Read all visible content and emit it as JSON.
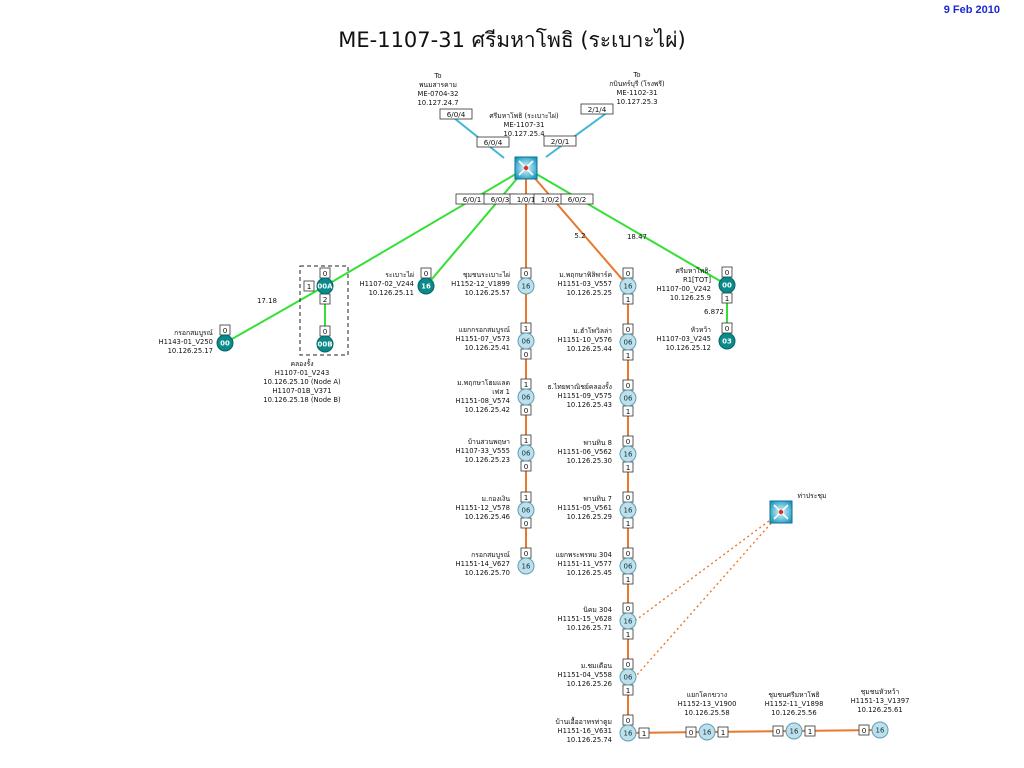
{
  "date": "9 Feb 2010",
  "title": "ME-1107-31 ศรีมหาโพธิ (ระเบาะไผ่)",
  "colors": {
    "green": "#33e033",
    "orange": "#e8792c",
    "cyan": "#40b8d8",
    "node_dark": "#0a8a8a",
    "node_light": "#bfe0ea"
  },
  "upstream": [
    {
      "lines": [
        "To",
        "พนมสารคาม",
        "ME-0704-32",
        "10.127.24.7"
      ],
      "port": "6/0/4"
    },
    {
      "lines": [
        "To",
        "กบินทร์บุรี (โรงพรี)",
        "ME-1102-31",
        "10.127.25.3"
      ],
      "port": "2/1/4"
    }
  ],
  "hub": {
    "lines": [
      "ศรีมหาโพธิ (ระเบาะไผ่)",
      "ME-1107-31",
      "10.127.25.4"
    ],
    "left_port": "6/0/4",
    "right_port": "2/0/1"
  },
  "hub_ports": [
    "6/0/1",
    "6/0/3",
    "1/0/1",
    "1/0/2",
    "6/0/2"
  ],
  "link_labels": [
    "5.2",
    "18.47",
    "17.18",
    "6.872"
  ],
  "nodes": [
    {
      "id": "n_00A",
      "label": "00A",
      "type": "dark",
      "top": "0",
      "left": "1",
      "bottom": "2",
      "lines": []
    },
    {
      "id": "n_00B",
      "label": "00B",
      "type": "dark",
      "top": "0",
      "lines": []
    },
    {
      "id": "n_0043",
      "label": "00",
      "type": "dark",
      "top": "0",
      "lines": [
        "กรอกสมบูรณ์",
        "H1143-01_V250",
        "10.126.25.17"
      ]
    },
    {
      "id": "n_2a",
      "label": "16",
      "type": "dark",
      "top": "0",
      "lines": [
        "ระเบาะไผ่",
        "H1107-02_V244",
        "10.126.25.11"
      ]
    },
    {
      "id": "n_3a",
      "label": "16",
      "type": "light",
      "top": "0",
      "lines": [
        "ชุมชนระเบาะไผ่",
        "H1152-12_V1899",
        "10.126.25.57"
      ]
    },
    {
      "id": "n_3b",
      "label": "06",
      "type": "light",
      "top": "1",
      "bottom": "0",
      "lines": [
        "แยกกรอกสมบูรณ์",
        "H1151-07_V573",
        "10.126.25.41"
      ]
    },
    {
      "id": "n_3c",
      "label": "06",
      "type": "light",
      "top": "1",
      "bottom": "0",
      "lines": [
        "ม.พฤกษาโฮมแลด",
        "เฟส 1",
        "H1151-08_V574",
        "10.126.25.42"
      ]
    },
    {
      "id": "n_3d",
      "label": "06",
      "type": "light",
      "top": "1",
      "bottom": "0",
      "lines": [
        "บ้านสวนพฤษา",
        "H1107-33_V555",
        "10.126.25.23"
      ]
    },
    {
      "id": "n_3e",
      "label": "06",
      "type": "light",
      "top": "1",
      "bottom": "0",
      "lines": [
        "ม.กองเงิน",
        "H1151-12_V578",
        "10.126.25.46"
      ]
    },
    {
      "id": "n_3f",
      "label": "16",
      "type": "light",
      "top": "0",
      "lines": [
        "กรอกสมบูรณ์",
        "H1151-14_V627",
        "10.126.25.70"
      ]
    },
    {
      "id": "n_4a",
      "label": "16",
      "type": "light",
      "top": "0",
      "bottom": "1",
      "lines": [
        "ม.พฤกษาพิลิพาร์ค",
        "H1151-03_V557",
        "10.126.25.25"
      ]
    },
    {
      "id": "n_4b",
      "label": "06",
      "type": "light",
      "top": "0",
      "bottom": "1",
      "lines": [
        "ม.ฮำโพวิลล่า",
        "H1151-10_V576",
        "10.126.25.44"
      ]
    },
    {
      "id": "n_4c",
      "label": "06",
      "type": "light",
      "top": "0",
      "bottom": "1",
      "lines": [
        "ธ.ไทยพาณิชย์คลองรั้ง",
        "H1151-09_V575",
        "10.126.25.43"
      ]
    },
    {
      "id": "n_4d",
      "label": "16",
      "type": "light",
      "top": "0",
      "bottom": "1",
      "lines": [
        "พานทิน 8",
        "H1151-06_V562",
        "10.126.25.30"
      ]
    },
    {
      "id": "n_4e",
      "label": "16",
      "type": "light",
      "top": "0",
      "bottom": "1",
      "lines": [
        "พานทิน 7",
        "H1151-05_V561",
        "10.126.25.29"
      ]
    },
    {
      "id": "n_4f",
      "label": "06",
      "type": "light",
      "top": "0",
      "bottom": "1",
      "lines": [
        "แยกพระพรหม 304",
        "H1151-11_V577",
        "10.126.25.45"
      ]
    },
    {
      "id": "n_4g",
      "label": "16",
      "type": "light",
      "top": "0",
      "bottom": "1",
      "lines": [
        "นิคม 304",
        "H1151-15_V628",
        "10.126.25.71"
      ]
    },
    {
      "id": "n_4h",
      "label": "06",
      "type": "light",
      "top": "0",
      "bottom": "1",
      "lines": [
        "ม.ชมเดือน",
        "H1151-04_V558",
        "10.126.25.26"
      ]
    },
    {
      "id": "n_4i",
      "label": "16",
      "type": "light",
      "top": "0",
      "right": "1",
      "lines": [
        "บ้านเอื้ออาทรท่าตูม",
        "H1151-16_V631",
        "10.126.25.74"
      ]
    },
    {
      "id": "n_h1",
      "label": "16",
      "type": "light",
      "left": "0",
      "right": "1",
      "lines": [
        "แยกโคกขวาง",
        "H1152-13_V1900",
        "10.126.25.58"
      ]
    },
    {
      "id": "n_h2",
      "label": "16",
      "type": "light",
      "left": "0",
      "right": "1",
      "lines": [
        "ชุมชนศรีมหาโพธิ",
        "H1152-11_V1898",
        "10.126.25.56"
      ]
    },
    {
      "id": "n_h3",
      "label": "16",
      "type": "light",
      "left": "0",
      "lines": [
        "ชุมชนหัวหว้า",
        "H1151-13_V1397",
        "10.126.25.61"
      ]
    },
    {
      "id": "n_5a",
      "label": "00",
      "type": "dark",
      "top": "0",
      "bottom": "1",
      "lines": [
        "ศรีมหาโพธิ-",
        "R1[TOT]",
        "H1107-00_V242",
        "10.126.25.9"
      ]
    },
    {
      "id": "n_5b",
      "label": "03",
      "type": "dark",
      "top": "0",
      "lines": [
        "หัวหว้า",
        "H1107-03_V245",
        "10.126.25.12"
      ]
    }
  ],
  "cluster": {
    "lines": [
      "คลองรั้ง",
      "H1107-01_V243",
      "10.126.25.10 (Node A)",
      "H1107-01B_V371",
      "10.126.25.18 (Node B)"
    ]
  },
  "remote_switch": {
    "lines": [
      "ท่าประชุม"
    ]
  }
}
